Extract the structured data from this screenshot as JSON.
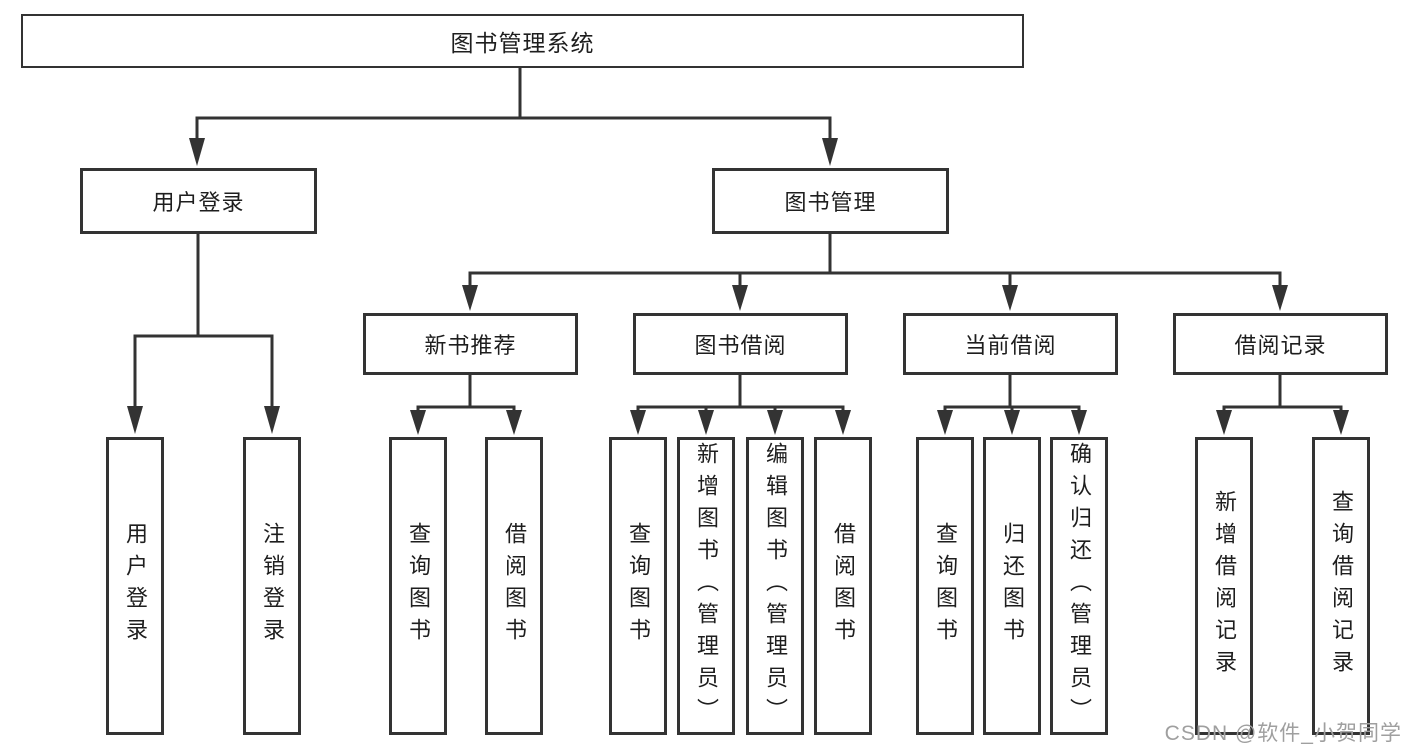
{
  "diagram": {
    "type": "hierarchy-diagram",
    "background": "#ffffff",
    "line_color": "#333333",
    "box_border_color": "#333333",
    "text_color": "#1e1e1e"
  },
  "watermark": {
    "text": "CSDN @软件_小贺同学",
    "color": "#9f9f9f"
  },
  "root": {
    "label": "图书管理系统",
    "children": [
      {
        "label": "用户登录",
        "children": [
          {
            "label": "用户登录"
          },
          {
            "label": "注销登录"
          }
        ]
      },
      {
        "label": "图书管理",
        "children": [
          {
            "label": "新书推荐",
            "children": [
              {
                "label": "查询图书"
              },
              {
                "label": "借阅图书"
              }
            ]
          },
          {
            "label": "图书借阅",
            "children": [
              {
                "label": "查询图书"
              },
              {
                "label": "新增图书（管理员）"
              },
              {
                "label": "编辑图书（管理员）"
              },
              {
                "label": "借阅图书"
              }
            ]
          },
          {
            "label": "当前借阅",
            "children": [
              {
                "label": "查询图书"
              },
              {
                "label": "归还图书"
              },
              {
                "label": "确认归还（管理员）"
              }
            ]
          },
          {
            "label": "借阅记录",
            "children": [
              {
                "label": "新增借阅记录"
              },
              {
                "label": "查询借阅记录"
              }
            ]
          }
        ]
      }
    ]
  }
}
